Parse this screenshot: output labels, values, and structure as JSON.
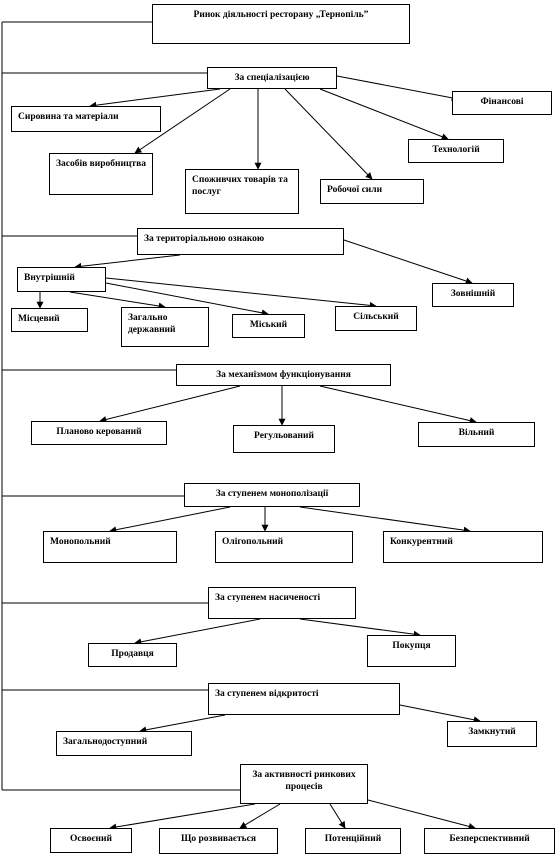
{
  "root": "Ринок діяльності ресторану „Тернопіль”",
  "groups": [
    {
      "title": "За спеціалізацією",
      "items": [
        "Сировина та матеріали",
        "Засобів виробництва",
        "Споживчих товарів та послуг",
        "Робочої сили",
        "Технологій",
        "Фінансові"
      ]
    },
    {
      "title": "За територіальною ознакою",
      "items": [
        "Внутрішній",
        "Зовнішній"
      ],
      "subitems": [
        "Місцевий",
        "Загально державний",
        "Міський",
        "Сільський"
      ]
    },
    {
      "title": "За механізмом функціонування",
      "items": [
        "Планово керований",
        "Регульований",
        "Вільний"
      ]
    },
    {
      "title": "За ступенем монополізації",
      "items": [
        "Монопольний",
        "Олігопольний",
        "Конкурентний"
      ]
    },
    {
      "title": "За ступенем насиченості",
      "items": [
        "Продавця",
        "Покупця"
      ]
    },
    {
      "title": "За ступенем відкритості",
      "items": [
        "Загальнодоступний",
        "Замкнутий"
      ]
    },
    {
      "title": "За активності ринкових процесів",
      "items": [
        "Освоєний",
        "Що розвивається",
        "Потенційний",
        "Безперспективний"
      ]
    }
  ]
}
